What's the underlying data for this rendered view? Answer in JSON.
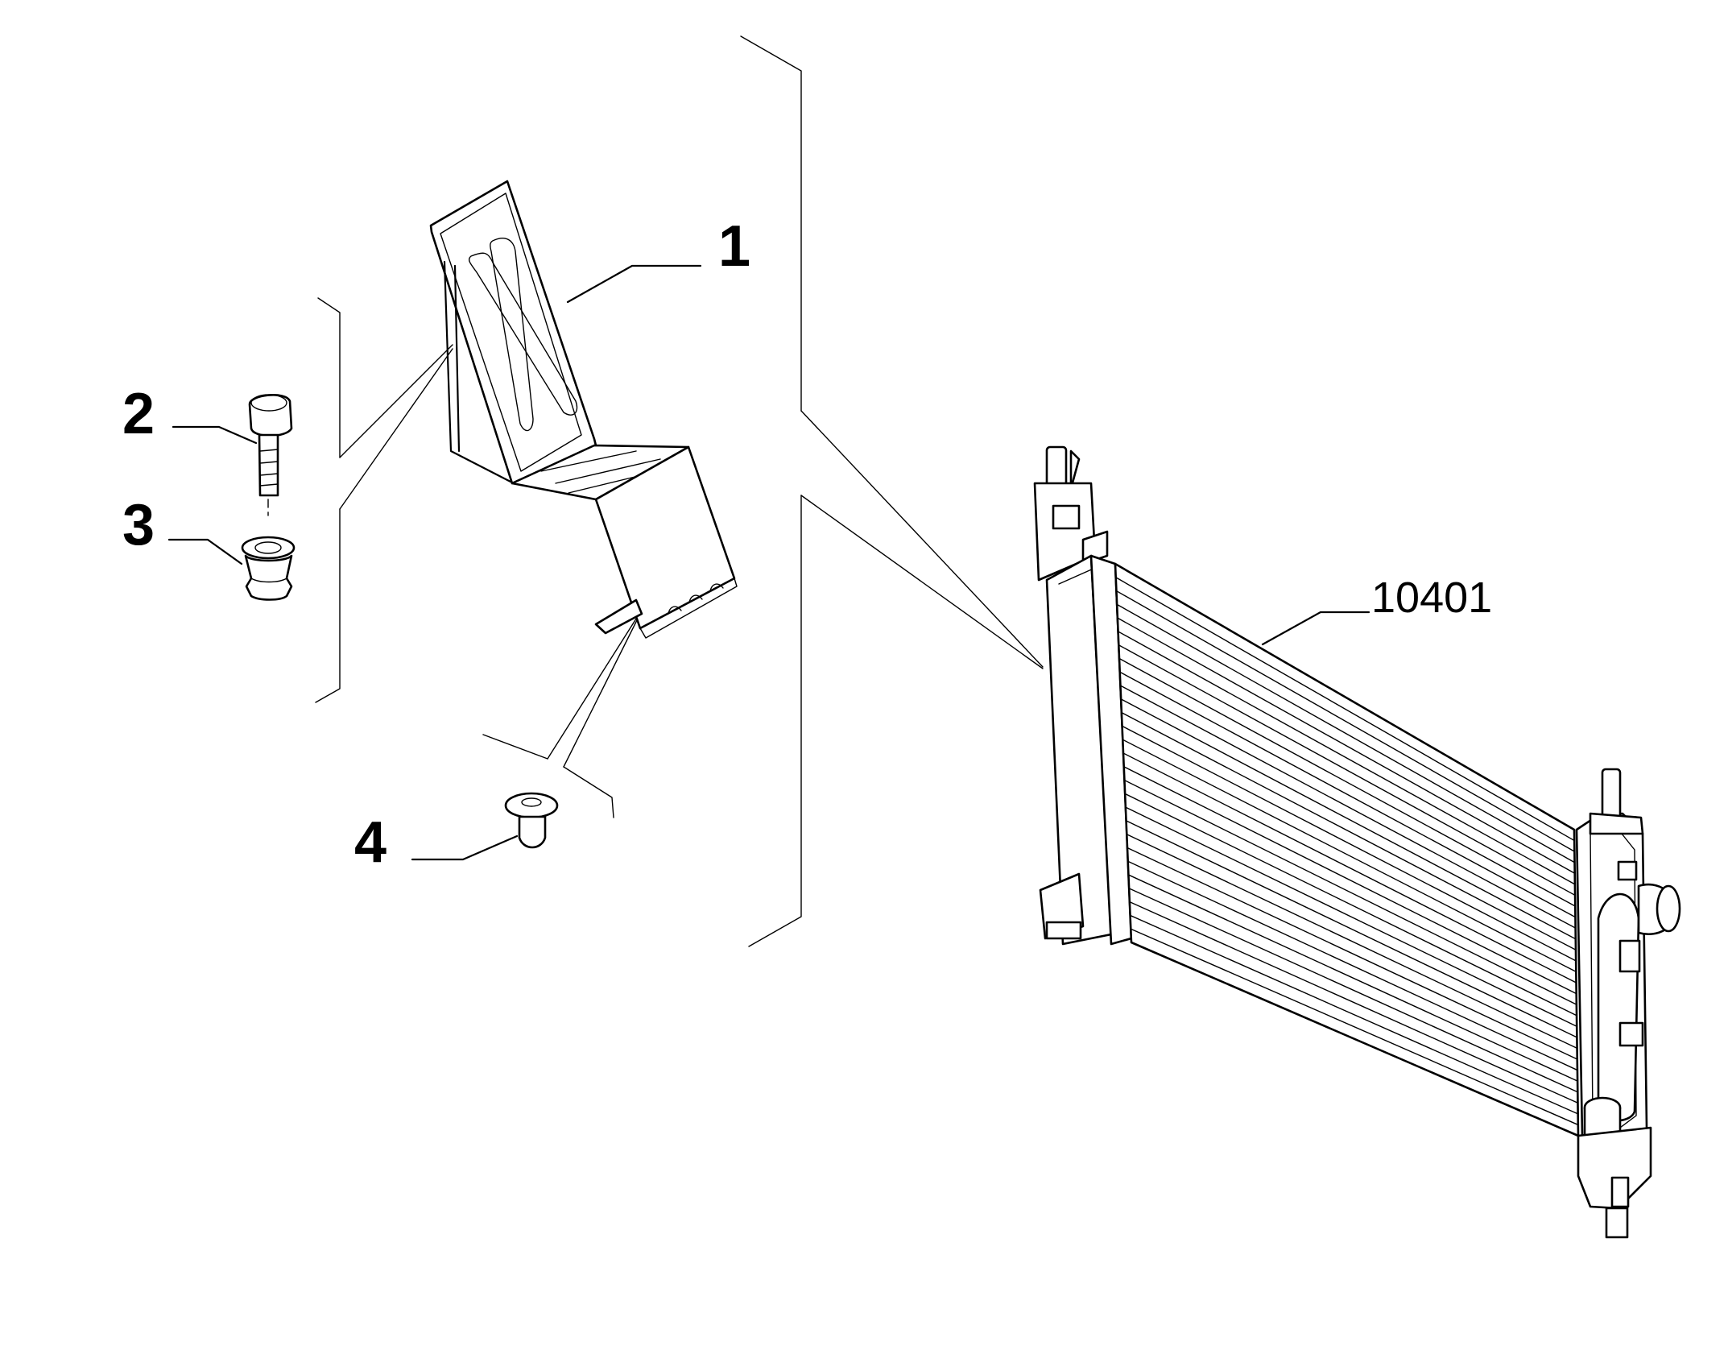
{
  "callouts": [
    {
      "id": "1",
      "label": "1"
    },
    {
      "id": "2",
      "label": "2"
    },
    {
      "id": "3",
      "label": "3"
    },
    {
      "id": "4",
      "label": "4"
    },
    {
      "id": "10401",
      "label": "10401"
    }
  ]
}
